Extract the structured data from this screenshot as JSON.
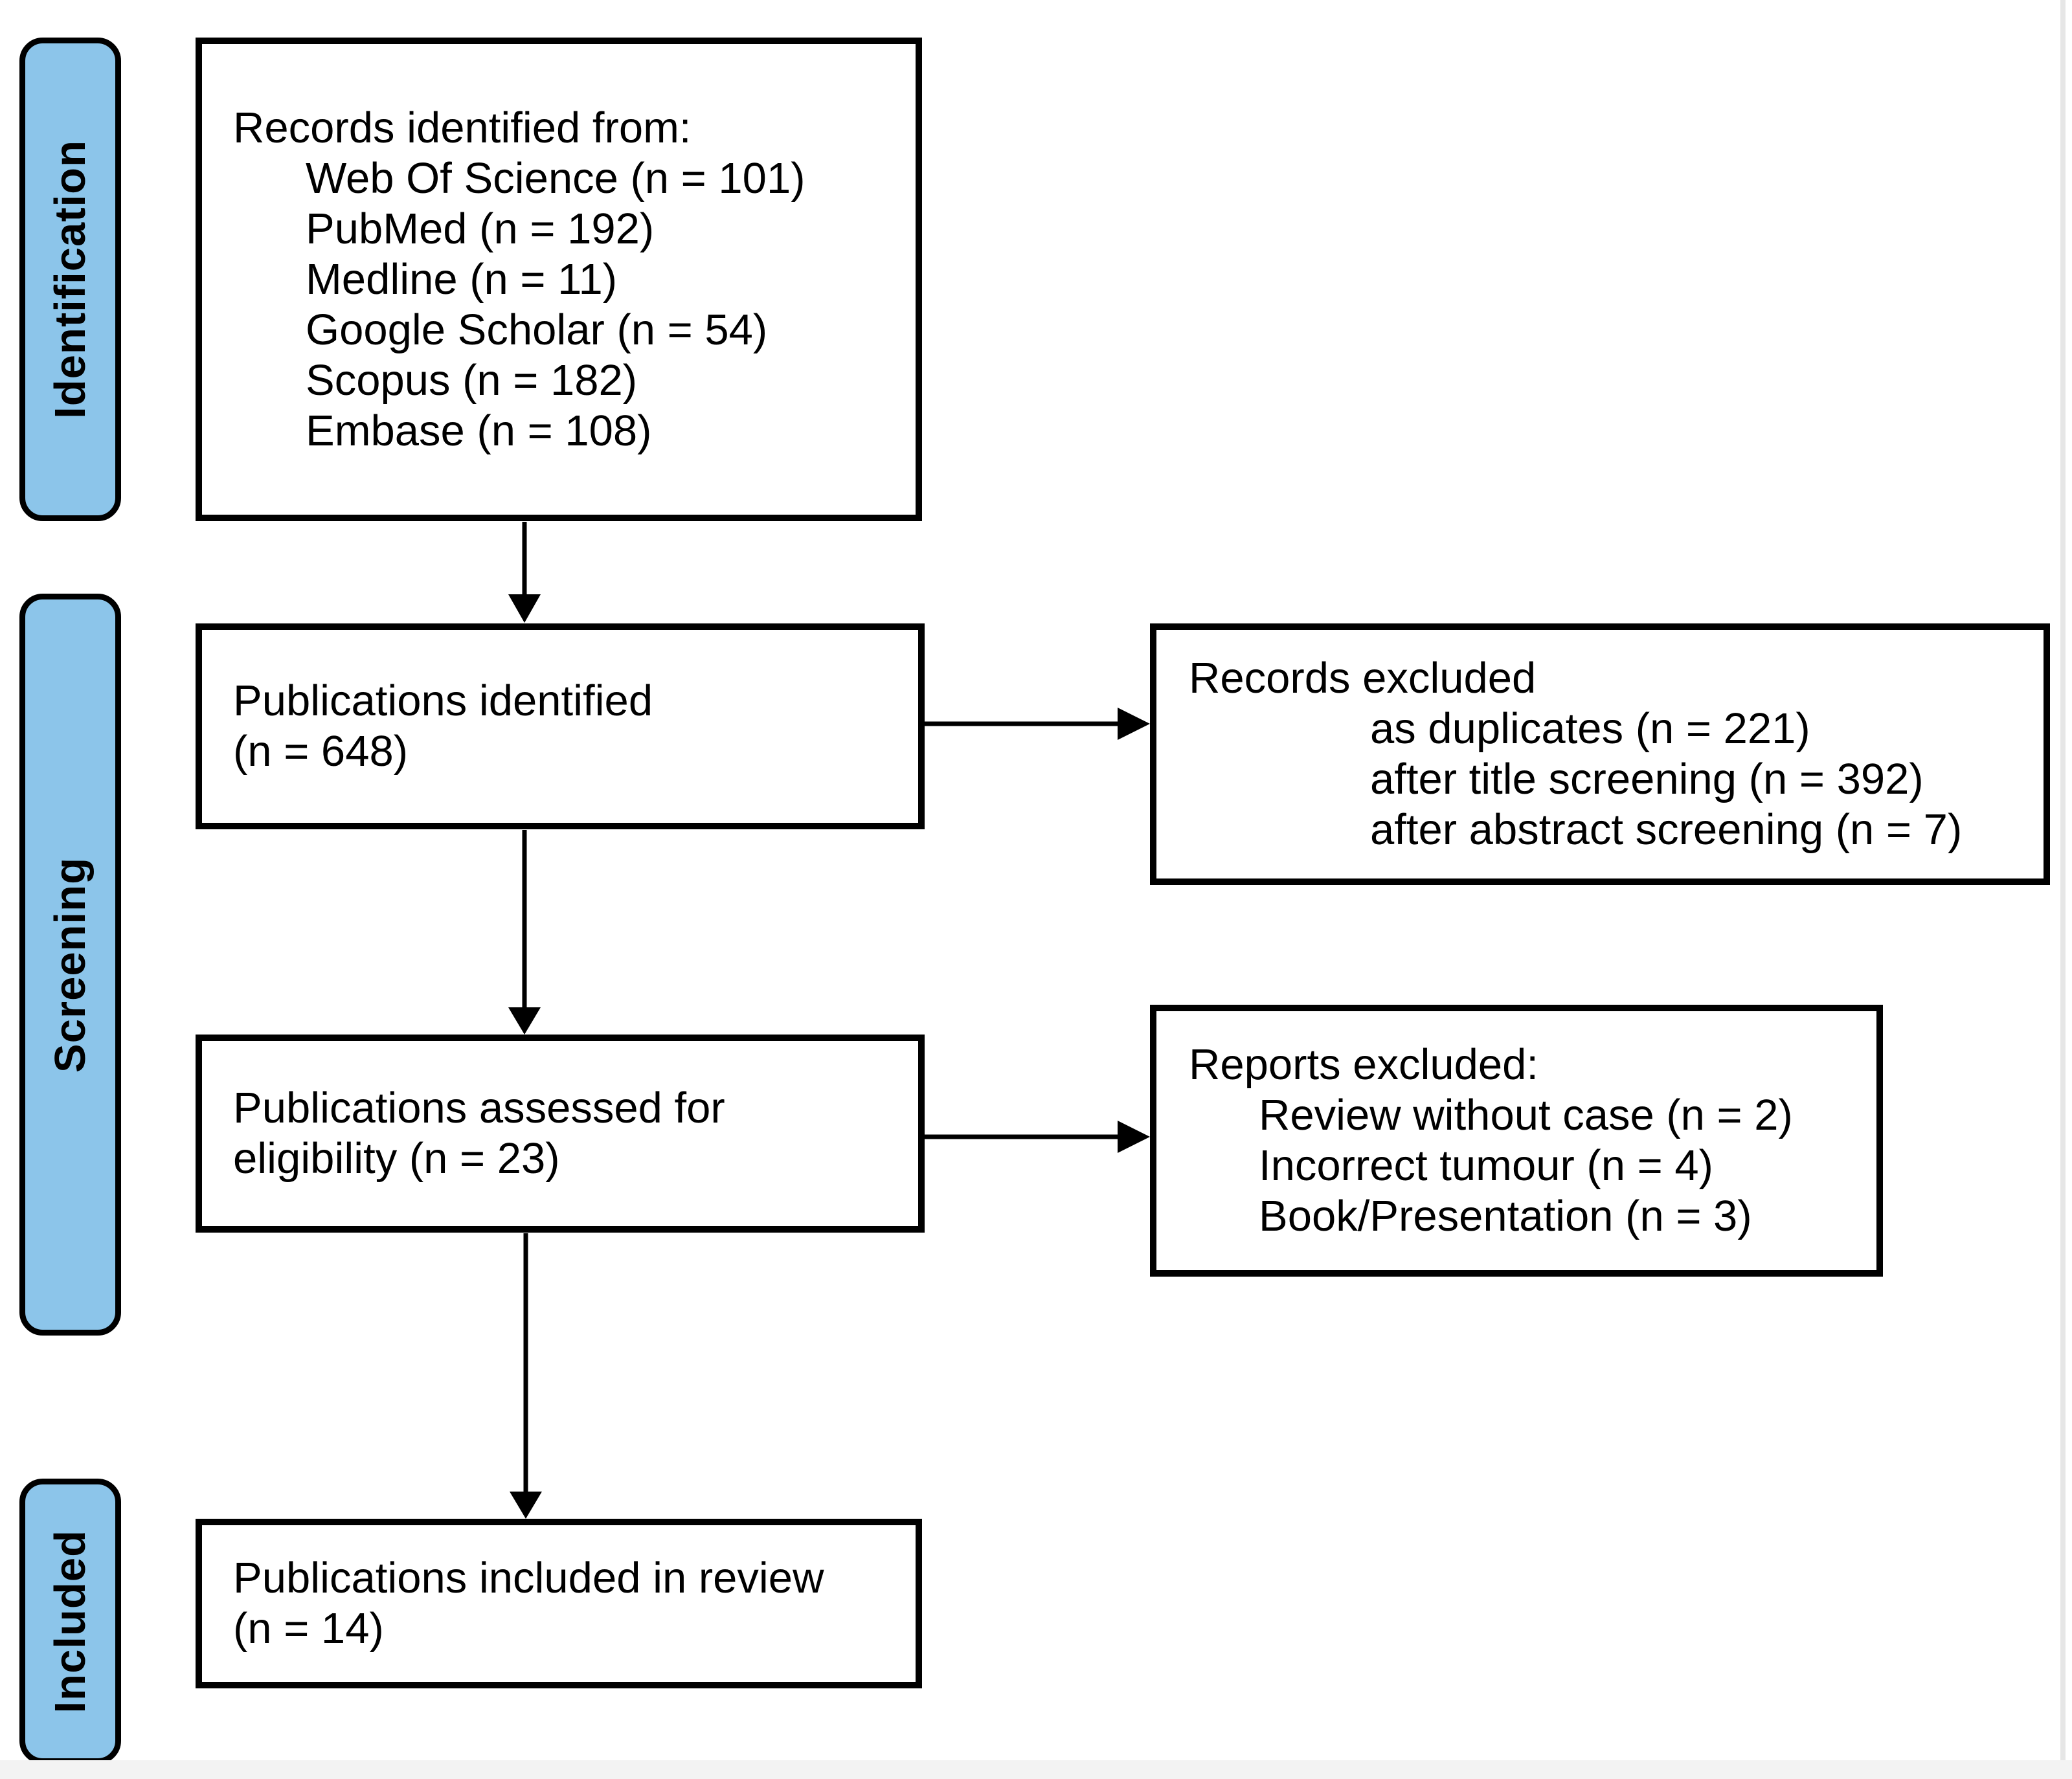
{
  "palette": {
    "stage_fill": "#8CC5EA",
    "stage_border": "#000000",
    "box_fill": "#ffffff",
    "box_border": "#000000",
    "arrow": "#000000",
    "page_edge_right": "#e6e6e6",
    "page_edge_bottom": "#f3f3f3"
  },
  "stages": [
    {
      "id": "identification",
      "label": "Identification"
    },
    {
      "id": "screening",
      "label": "Screening"
    },
    {
      "id": "included",
      "label": "Included"
    }
  ],
  "boxes": {
    "records_identified": {
      "title": "Records identified from:",
      "items": [
        "Web Of Science (n = 101)",
        "PubMed (n = 192)",
        "Medline (n = 11)",
        "Google Scholar (n = 54)",
        "Scopus (n = 182)",
        "Embase (n = 108)"
      ]
    },
    "publications_identified": {
      "lines": [
        "Publications identified",
        "(n = 648)"
      ]
    },
    "records_excluded": {
      "title": "Records excluded",
      "items": [
        "as duplicates (n = 221)",
        "after title screening (n = 392)",
        "after abstract screening (n = 7)"
      ]
    },
    "publications_assessed": {
      "lines": [
        "Publications assessed for",
        "eligibility (n = 23)"
      ]
    },
    "reports_excluded": {
      "title": "Reports excluded:",
      "items": [
        "Review without case (n = 2)",
        "Incorrect tumour (n = 4)",
        "Book/Presentation (n = 3)"
      ]
    },
    "publications_included": {
      "lines": [
        "Publications included in review",
        "(n = 14)"
      ]
    }
  }
}
